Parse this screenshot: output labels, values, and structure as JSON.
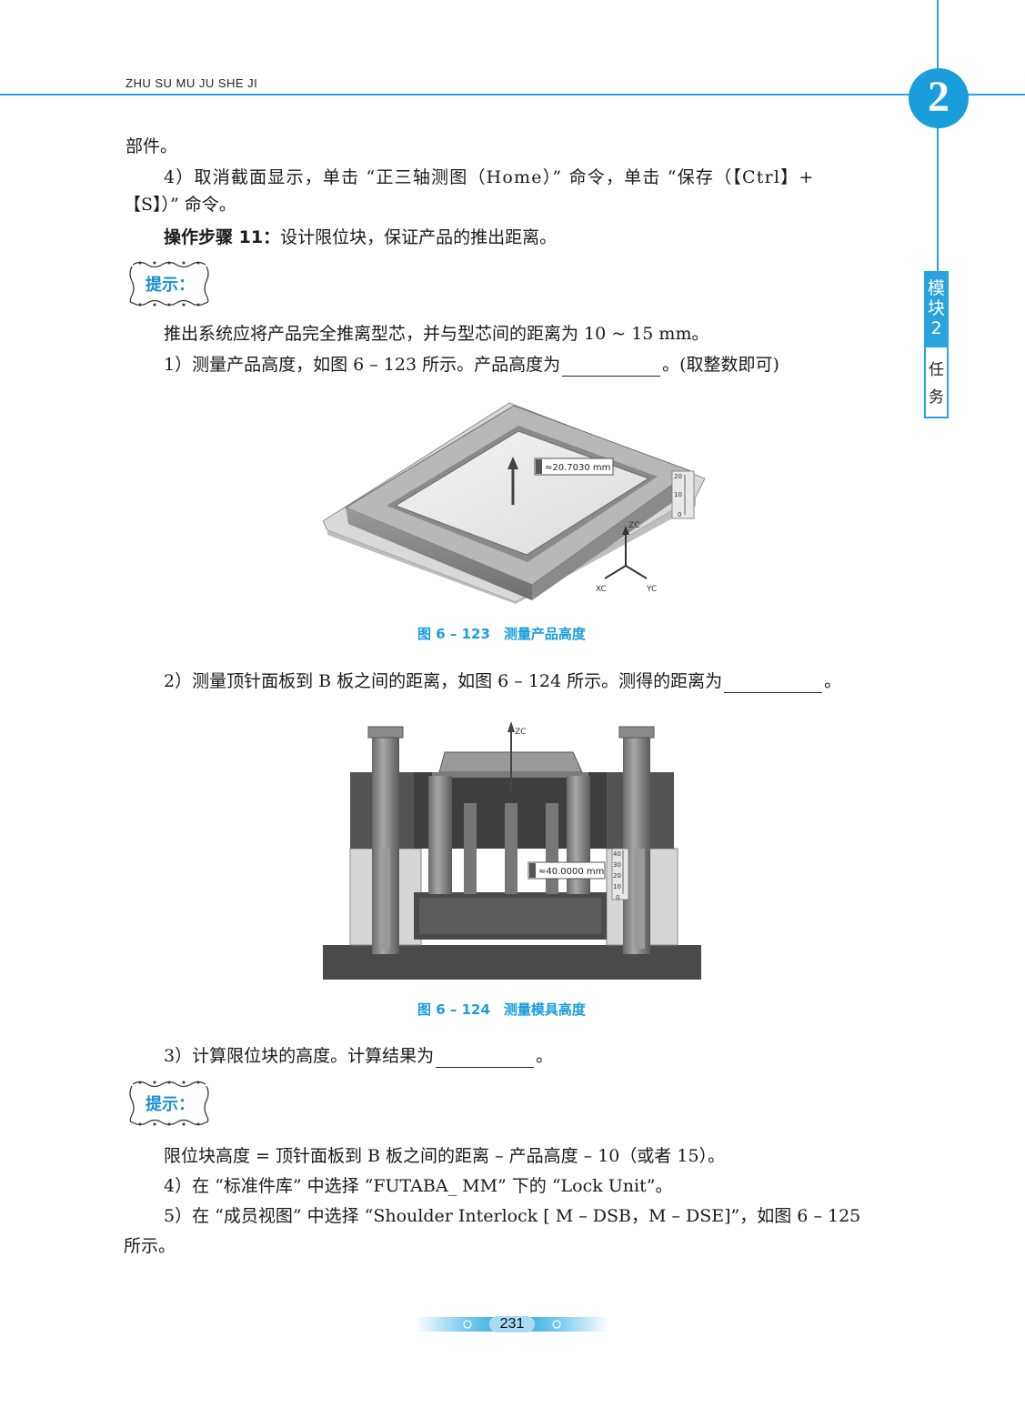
{
  "header": {
    "running_title": "ZHU SU MU JU SHE JI",
    "chapter_number": "2"
  },
  "side_tab": {
    "top_chars": [
      "模",
      "块",
      "2"
    ],
    "bottom_chars": [
      "任",
      "务"
    ]
  },
  "body": {
    "line1": "部件。",
    "line2": "4）取消截面显示，单击 “正三轴测图（Home）” 命令，单击 “保存（【Ctrl】+",
    "line3": "【S】）” 命令。",
    "step_label": "操作步骤 11：",
    "step_text": "设计限位块，保证产品的推出距离。",
    "hint_label": "提示：",
    "hint1_text": "推出系统应将产品完全推离型芯，并与型芯间的距离为 10 ~ 15 mm。",
    "item1_before": "1）测量产品高度，如图 6 – 123 所示。产品高度为",
    "item1_after": "。(取整数即可)",
    "item2_before": "2）测量顶针面板到 B 板之间的距离，如图 6 – 124 所示。测得的距离为",
    "item2_after": "。",
    "item3_before": "3）计算限位块的高度。计算结果为",
    "item3_after": "。",
    "hint2_text": "限位块高度 = 顶针面板到 B 板之间的距离 – 产品高度 – 10（或者 15）。",
    "item4": "4）在 “标准件库” 中选择 “FUTABA_ MM” 下的 “Lock Unit”。",
    "item5": "5）在 “成员视图” 中选择 “Shoulder Interlock [ M – DSB，M – DSE]”，如图 6 – 125",
    "item5_cont": "所示。"
  },
  "figure1": {
    "caption": "图 6 – 123　测量产品高度",
    "measurement": "≈20.7030 mm",
    "axis_zc": "ZC",
    "axis_xc": "XC",
    "axis_yc": "YC",
    "ruler_labels": [
      "20",
      "10",
      "0"
    ]
  },
  "figure2": {
    "caption": "图 6 – 124　测量模具高度",
    "measurement": "≈40.0000 mm",
    "axis_zc": "ZC",
    "ruler_labels": [
      "40",
      "30",
      "20",
      "10",
      "0"
    ]
  },
  "footer": {
    "page_number": "231"
  }
}
